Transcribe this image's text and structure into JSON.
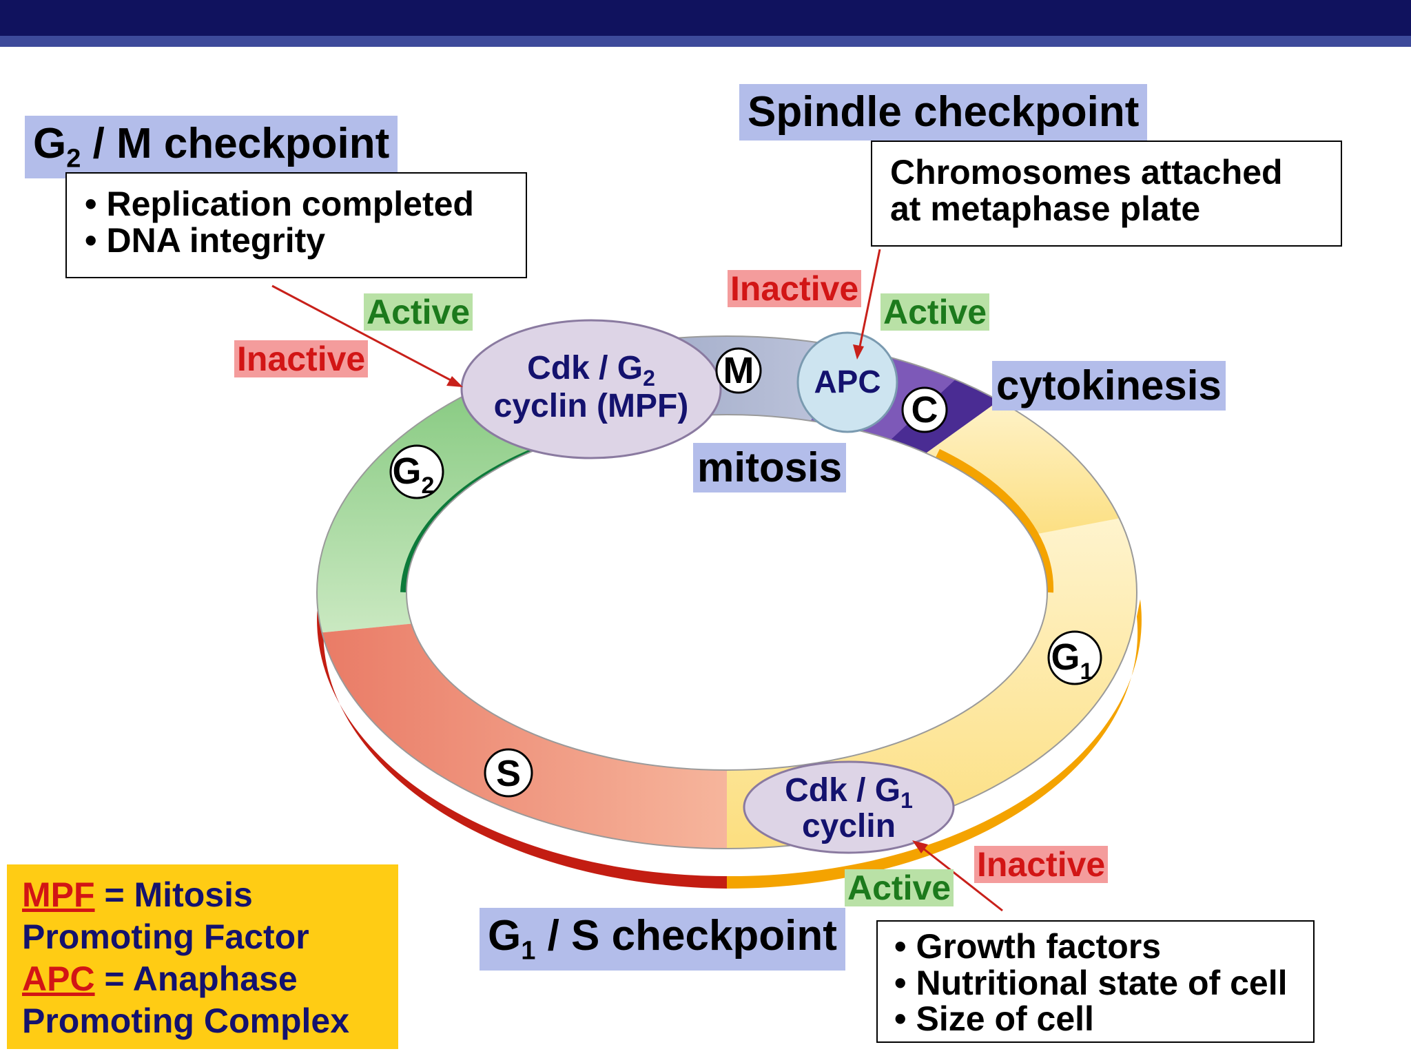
{
  "g2m": {
    "title": "G",
    "sub": "2",
    "rest": " / M checkpoint",
    "items": [
      "Replication completed",
      "DNA integrity"
    ]
  },
  "spindle": {
    "title": "Spindle checkpoint",
    "text1": "Chromosomes attached",
    "text2": "at metaphase plate"
  },
  "g1s": {
    "title": "G",
    "sub": "1",
    "rest": " / S checkpoint",
    "items": [
      "Growth factors",
      "Nutritional state of cell",
      "Size of cell"
    ]
  },
  "labels": {
    "active": "Active",
    "inactive": "Inactive"
  },
  "phases": {
    "mitosis": "mitosis",
    "cytokinesis": "cytokinesis"
  },
  "cycle": {
    "g2": "G",
    "g2_sub": "2",
    "g1": "G",
    "g1_sub": "1",
    "s": "S",
    "m": "M",
    "c": "C",
    "apc": "APC",
    "mpf_line1": "Cdk / G",
    "mpf_line1_sub": "2",
    "mpf_line2": "cyclin (MPF)",
    "g1cdk_line1": "Cdk / G",
    "g1cdk_line1_sub": "1",
    "g1cdk_line2": "cyclin"
  },
  "legend": {
    "mpf_abbr": "MPF",
    "mpf_def1": " = Mitosis",
    "mpf_def2": "Promoting Factor",
    "apc_abbr": "APC",
    "apc_def1": " = Anaphase",
    "apc_def2": "Promoting Complex"
  },
  "colors": {
    "topbar": "#10125e",
    "header_bg": "#b3bdea",
    "inactive": "#d21515",
    "active": "#1c7a1c",
    "legend_bg": "#ffcc14"
  }
}
